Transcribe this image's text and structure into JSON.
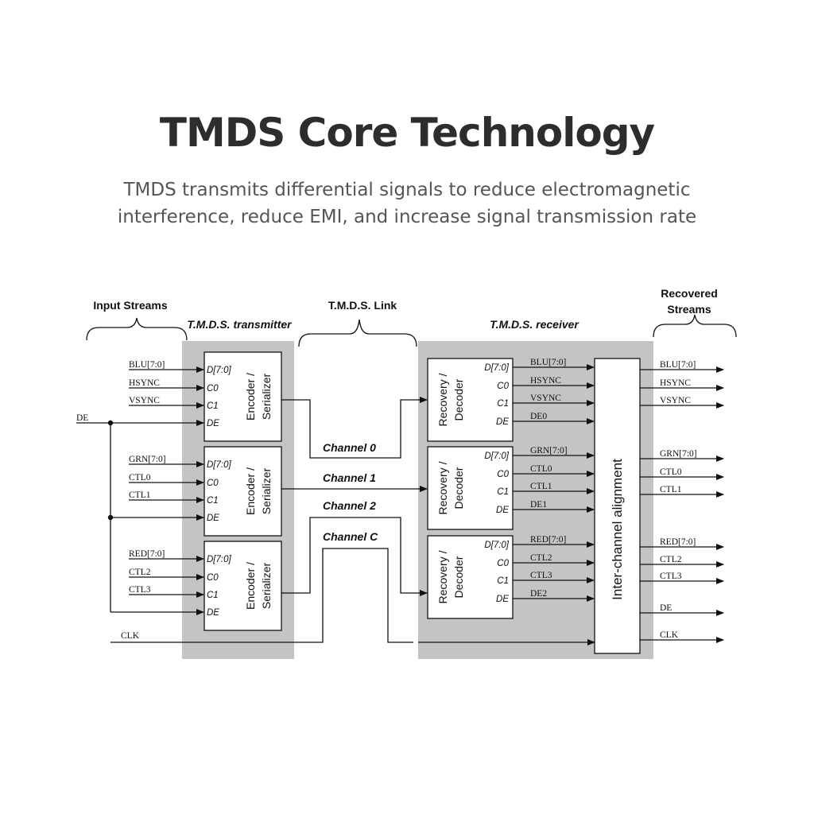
{
  "title": "TMDS Core Technology",
  "subtitle_line1": "TMDS transmits differential signals to reduce electromagnetic",
  "subtitle_line2": "interference, reduce EMI, and increase signal transmission rate",
  "diagram": {
    "input_streams": "Input Streams",
    "link": "T.M.D.S. Link",
    "recovered_line1": "Recovered",
    "recovered_line2": "Streams",
    "transmitter": "T.M.D.S. transmitter",
    "receiver": "T.M.D.S. receiver",
    "encoder_line1": "Encoder /",
    "encoder_line2": "Serializer",
    "decoder_line1": "Recovery /",
    "decoder_line2": "Decoder",
    "alignment": "Inter-channel alignment",
    "ports": [
      "D[7:0]",
      "C0",
      "C1",
      "DE"
    ],
    "tx_inputs": [
      [
        "BLU[7:0]",
        "HSYNC",
        "VSYNC"
      ],
      [
        "GRN[7:0]",
        "CTL0",
        "CTL1"
      ],
      [
        "RED[7:0]",
        "CTL2",
        "CTL3"
      ]
    ],
    "rx_outputs": [
      [
        "BLU[7:0]",
        "HSYNC",
        "VSYNC",
        "DE0"
      ],
      [
        "GRN[7:0]",
        "CTL0",
        "CTL1",
        "DE1"
      ],
      [
        "RED[7:0]",
        "CTL2",
        "CTL3",
        "DE2"
      ]
    ],
    "final_outputs": [
      "BLU[7:0]",
      "HSYNC",
      "VSYNC",
      "GRN[7:0]",
      "CTL0",
      "CTL1",
      "RED[7:0]",
      "CTL2",
      "CTL3",
      "DE",
      "CLK"
    ],
    "de_in": "DE",
    "clk_in": "CLK",
    "channels": [
      "Channel 0",
      "Channel 1",
      "Channel 2",
      "Channel C"
    ]
  }
}
